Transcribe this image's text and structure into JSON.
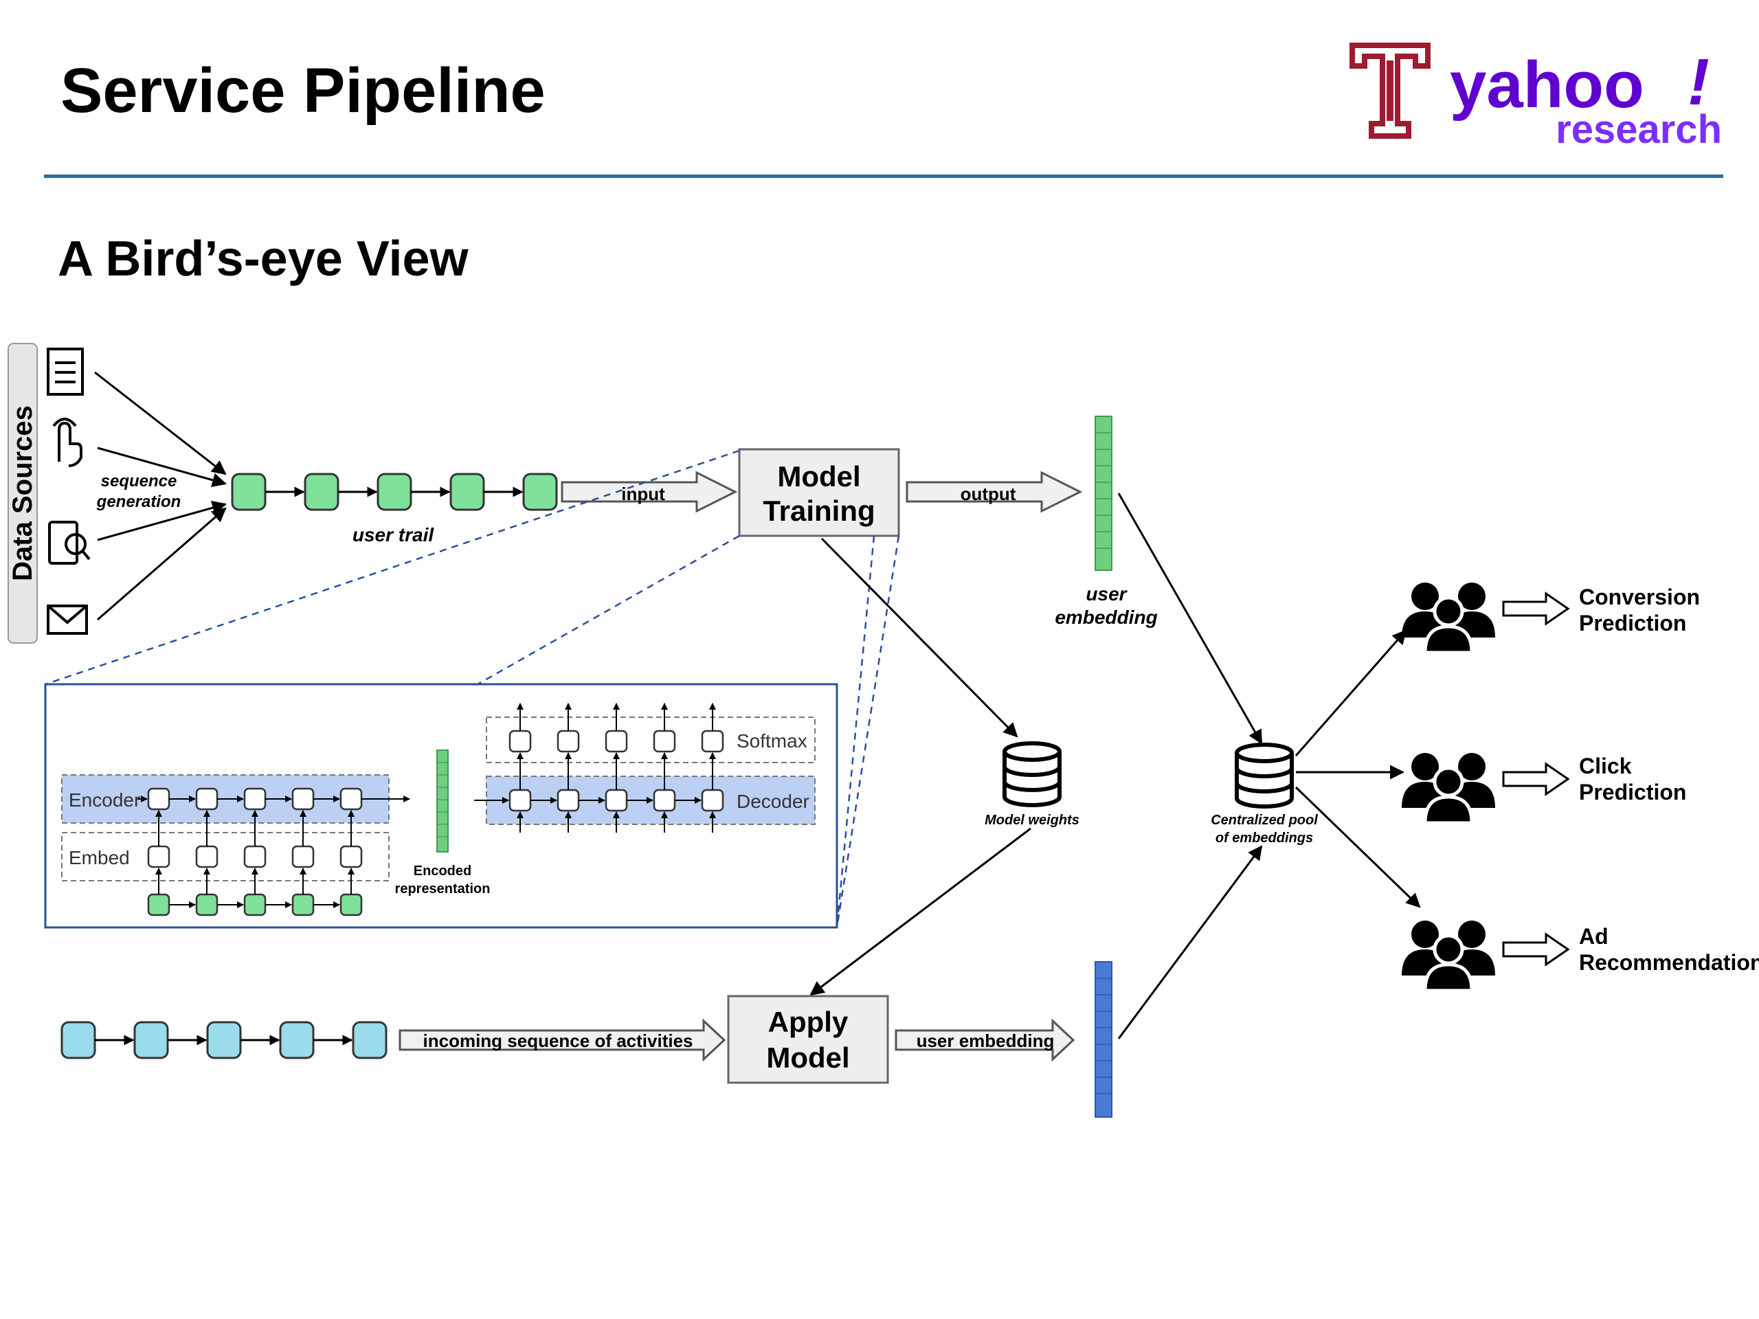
{
  "header": {
    "title": "Service Pipeline",
    "subtitle": "A Bird’s-eye View",
    "logo_text_1": "yahoo",
    "logo_text_2": "!",
    "logo_text_3": "research",
    "logo_letter": "T"
  },
  "colors": {
    "rule": "#2e6c9e",
    "temple_red": "#9e1b32",
    "yahoo_purple": "#6001d2",
    "trail_green": "#7fe09a",
    "incoming_blue": "#9adcec",
    "embed_green": "#6fcf7f",
    "embed_blue": "#4a7ad6",
    "band_blue": "#bcd0f3"
  },
  "diagram": {
    "data_sources_label": "Data Sources",
    "source_icons": [
      "document-icon",
      "touch-hand-icon",
      "mobile-search-icon",
      "email-icon"
    ],
    "sequence_generation_1": "sequence",
    "sequence_generation_2": "generation",
    "user_trail_label": "user trail",
    "input_label": "input",
    "model_training_1": "Model",
    "model_training_2": "Training",
    "output_label": "output",
    "user_embedding_1": "user",
    "user_embedding_2": "embedding",
    "model_weights_label": "Model weights",
    "central_pool_1": "Centralized pool",
    "central_pool_2": "of embeddings",
    "encoder_label": "Encoder",
    "embed_label": "Embed",
    "softmax_label": "Softmax",
    "decoder_label": "Decoder",
    "encoded_rep_1": "Encoded",
    "encoded_rep_2": "representation",
    "incoming_label": "incoming sequence of activities",
    "apply_model_1": "Apply",
    "apply_model_2": "Model",
    "user_embedding_bottom": "user embedding",
    "outputs": [
      {
        "line1": "Conversion",
        "line2": "Prediction"
      },
      {
        "line1": "Click",
        "line2": "Prediction"
      },
      {
        "line1": "Ad",
        "line2": "Recommendation"
      }
    ]
  }
}
